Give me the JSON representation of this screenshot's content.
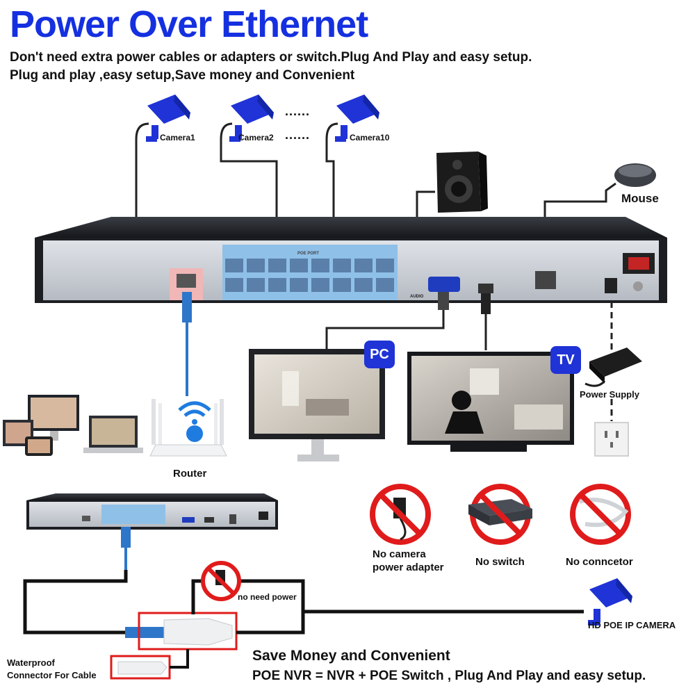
{
  "header": {
    "title": "Power Over Ethernet",
    "line1": "Don't need extra power cables or adapters or switch.Plug And Play and easy setup.",
    "line2": "Plug and play ,easy setup,Save money and Convenient"
  },
  "cameras": {
    "camera1": "Camera1",
    "camera2": "Camera2",
    "camera10": "Camera10",
    "dots": "......"
  },
  "devices": {
    "mouse": "Mouse",
    "pc_badge": "PC",
    "tv_badge": "TV",
    "power_supply": "Power Supply",
    "router": "Router",
    "poe_port": "POE PORT",
    "audio": "AUDIO"
  },
  "no_items": {
    "adapter_line1": "No camera",
    "adapter_line2": "power adapter",
    "switch": "No switch",
    "connector": "No conncetor"
  },
  "bottom": {
    "no_power": "no need power",
    "ip_camera": "HD POE IP CAMERA",
    "waterproof_line1": "Waterproof",
    "waterproof_line2": "Connector For Cable",
    "save_title": "Save Money and Convenient",
    "equation": "POE NVR = NVR + POE Switch , Plug And Play and easy setup."
  },
  "colors": {
    "brand_blue": "#1530e0",
    "camera_blue": "#1f33d6",
    "prohibit_red": "#e01b1b"
  }
}
